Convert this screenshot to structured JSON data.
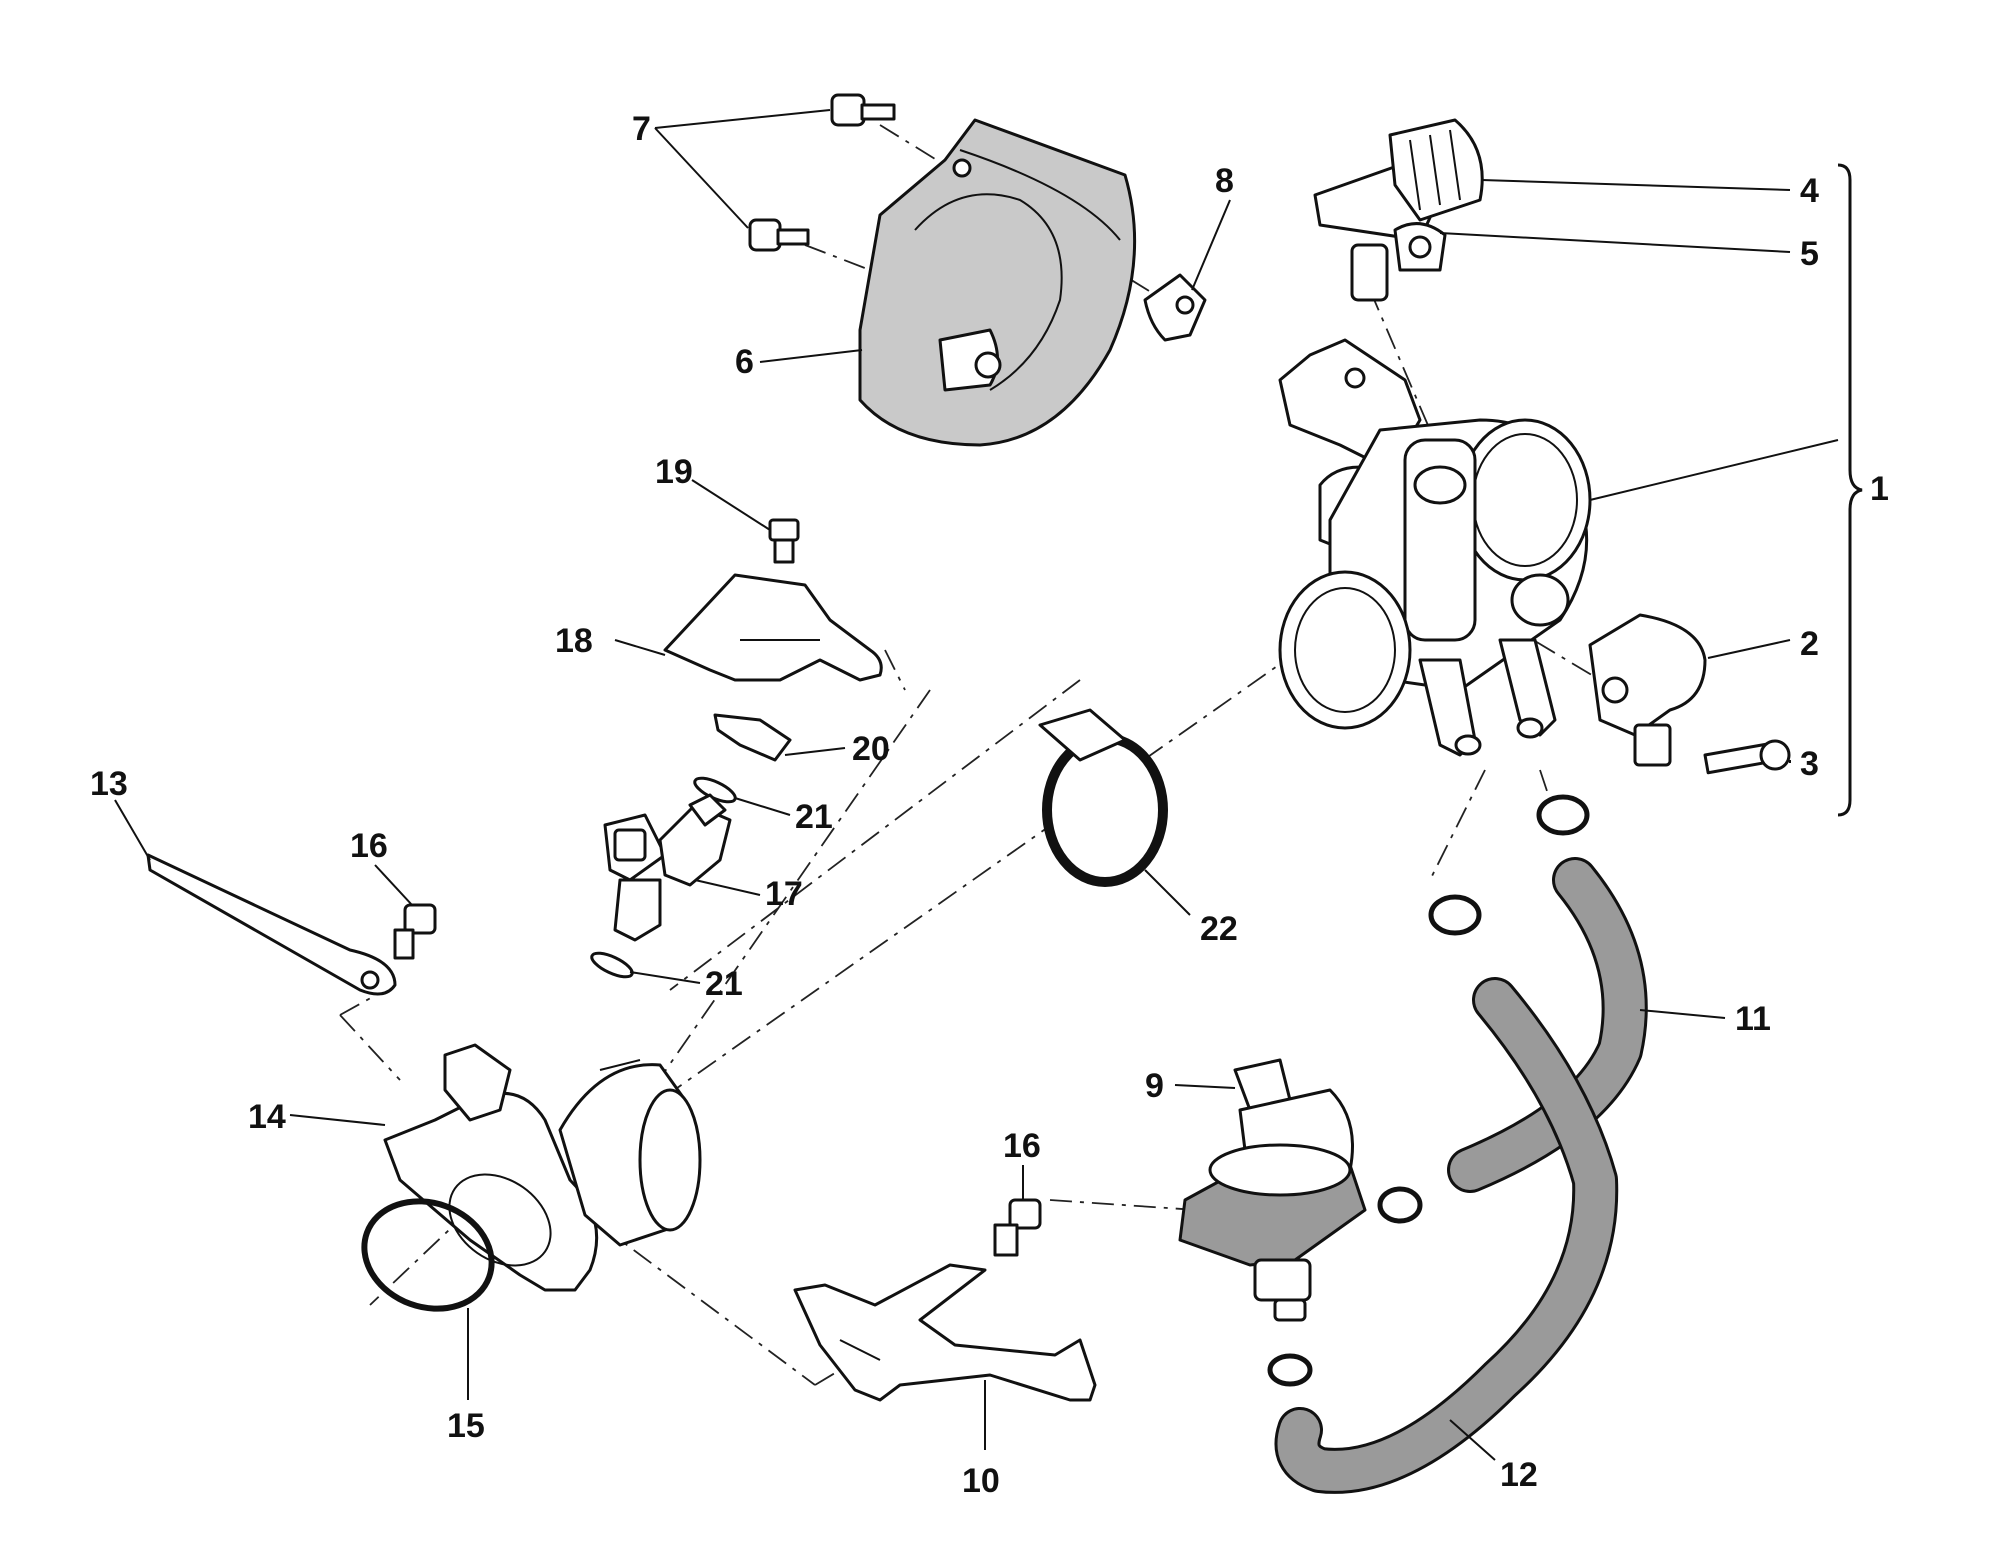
{
  "diagram": {
    "callouts": {
      "c1": "1",
      "c2": "2",
      "c3": "3",
      "c4": "4",
      "c5": "5",
      "c6": "6",
      "c7": "7",
      "c8": "8",
      "c9": "9",
      "c10": "10",
      "c11": "11",
      "c12": "12",
      "c13": "13",
      "c14": "14",
      "c15": "15",
      "c16a": "16",
      "c16b": "16",
      "c17": "17",
      "c18": "18",
      "c19": "19",
      "c20": "20",
      "c21a": "21",
      "c21b": "21",
      "c22": "22"
    },
    "colors": {
      "line": "#111111",
      "part_fill": "#ffffff",
      "shaded_part": "#c9c9c9",
      "hose": "#9a9a9a"
    }
  }
}
